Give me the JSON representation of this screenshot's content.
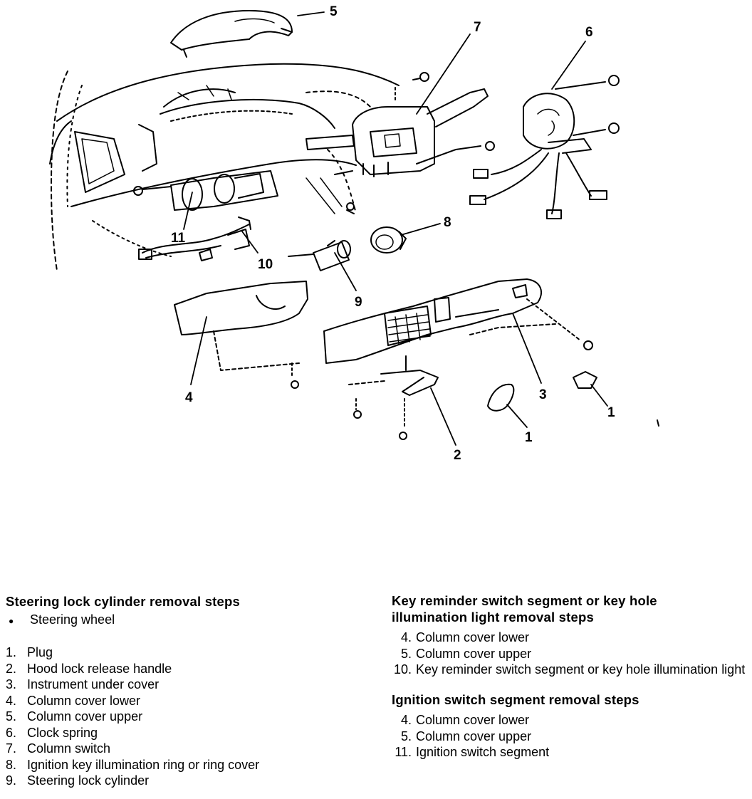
{
  "diagram": {
    "callouts": [
      "5",
      "7",
      "6",
      "8",
      "11",
      "10",
      "9",
      "4",
      "3",
      "2",
      "1",
      "1"
    ]
  },
  "left_column": {
    "heading": "Steering lock cylinder removal steps",
    "bullet": "●",
    "bullet_item": "Steering wheel",
    "steps": [
      {
        "num": "1.",
        "text": "Plug"
      },
      {
        "num": "2.",
        "text": "Hood lock release handle"
      },
      {
        "num": "3.",
        "text": "Instrument under cover"
      },
      {
        "num": "4.",
        "text": "Column cover lower"
      },
      {
        "num": "5.",
        "text": "Column cover upper"
      },
      {
        "num": "6.",
        "text": "Clock spring"
      },
      {
        "num": "7.",
        "text": "Column switch"
      },
      {
        "num": "8.",
        "text": "Ignition key illumination ring or ring cover"
      },
      {
        "num": "9.",
        "text": "Steering lock cylinder"
      }
    ]
  },
  "right_column": {
    "section1": {
      "heading": "Key reminder switch segment or key hole illumination light removal steps",
      "steps": [
        {
          "num": "4.",
          "text": "Column cover lower"
        },
        {
          "num": "5.",
          "text": "Column cover upper"
        },
        {
          "num": "10.",
          "text": "Key reminder switch segment or key hole illumination light"
        }
      ]
    },
    "section2": {
      "heading": "Ignition switch segment removal steps",
      "steps": [
        {
          "num": "4.",
          "text": "Column cover lower"
        },
        {
          "num": "5.",
          "text": "Column cover upper"
        },
        {
          "num": "11.",
          "text": "Ignition switch segment"
        }
      ]
    }
  }
}
